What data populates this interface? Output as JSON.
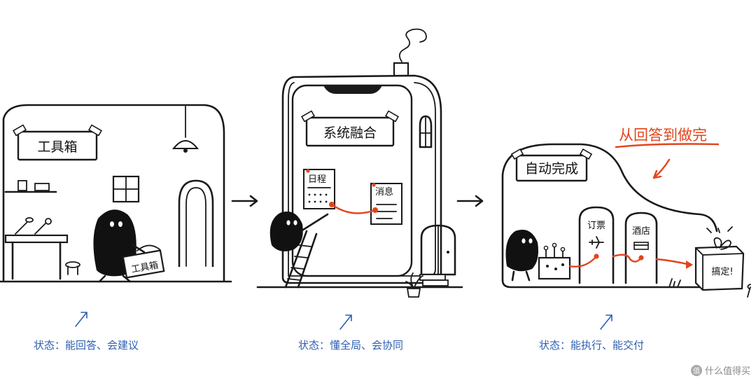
{
  "scene1": {
    "sign": "工具箱",
    "box_label": "工具箱",
    "status": "状态：能回答、会建议"
  },
  "scene2": {
    "sign": "系统融合",
    "note_calendar": "日程",
    "note_message": "消息",
    "status": "状态：懂全局、会协同"
  },
  "scene3": {
    "sign": "自动完成",
    "headline": "从回答到做完",
    "door_ticket": "订票",
    "door_hotel": "酒店",
    "package_label": "搞定!",
    "status": "状态：能执行、能交付"
  },
  "watermark": {
    "text": "什么值得买",
    "icon_glyph": "值"
  },
  "colors": {
    "ink": "#1a1a1a",
    "accent_red": "#e0451d",
    "status_blue": "#2e5fb0"
  },
  "icons": [
    "lamp-icon",
    "window-icon",
    "plane-icon",
    "sofa-icon",
    "gift-icon",
    "chimney-smoke-icon",
    "watermark-logo-icon"
  ]
}
